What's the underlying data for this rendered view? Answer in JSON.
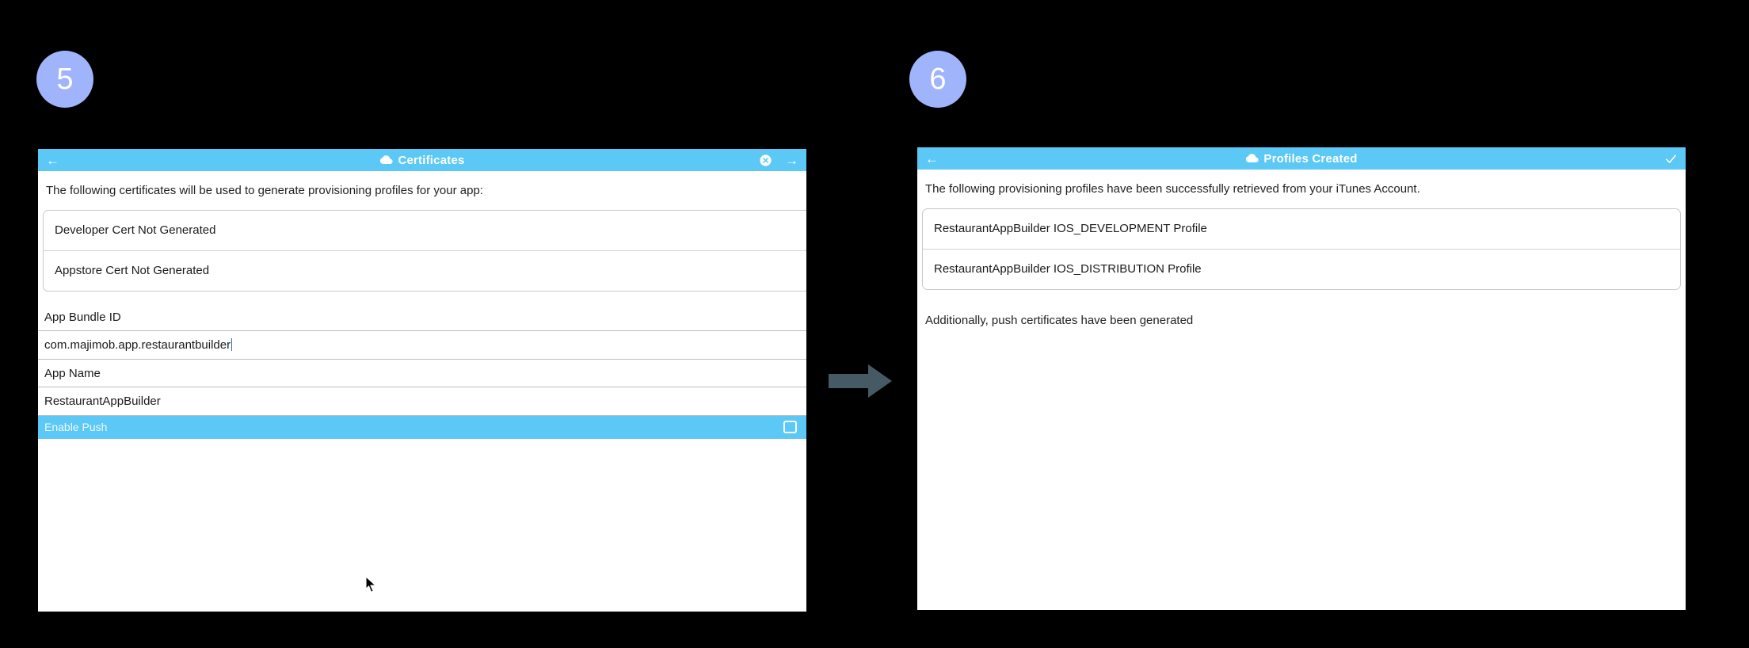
{
  "colors": {
    "badge": "#9fb4fb",
    "titlebar": "#5bc8f5",
    "highlight_row": "#5bc8f5",
    "arrow": "#465a66",
    "page_background": "#000000"
  },
  "steps": [
    {
      "number": "5"
    },
    {
      "number": "6"
    }
  ],
  "panel_certificates": {
    "titlebar": {
      "back_icon": "arrow-left-icon",
      "cloud_icon": "cloud-icon",
      "title": "Certificates",
      "close_icon": "close-circle-icon",
      "forward_icon": "arrow-right-icon"
    },
    "intro": "The following certificates will be used to generate provisioning profiles for your app:",
    "cert_list": [
      "Developer Cert Not Generated",
      "Appstore Cert Not Generated"
    ],
    "fields": [
      {
        "label": "App Bundle ID",
        "value": "com.majimob.app.restaurantbuilder",
        "has_caret": true
      },
      {
        "label": "App Name",
        "value": "RestaurantAppBuilder",
        "has_caret": false
      }
    ],
    "push_row": {
      "label": "Enable Push",
      "checkbox_icon": "checkbox-unchecked-icon",
      "checked": false
    }
  },
  "panel_profiles": {
    "titlebar": {
      "back_icon": "arrow-left-icon",
      "cloud_icon": "cloud-icon",
      "title": "Profiles Created",
      "confirm_icon": "check-icon"
    },
    "intro": "The following provisioning profiles have been successfully retrieved from your iTunes Account.",
    "profile_list": [
      "RestaurantAppBuilder IOS_DEVELOPMENT Profile",
      "RestaurantAppBuilder IOS_DISTRIBUTION Profile"
    ],
    "note": "Additionally, push certificates have been generated"
  },
  "connector": {
    "icon": "arrow-right-thick-icon"
  },
  "cursors": [
    {
      "icon": "mouse-pointer-icon"
    },
    {
      "icon": "mouse-pointer-icon"
    }
  ]
}
